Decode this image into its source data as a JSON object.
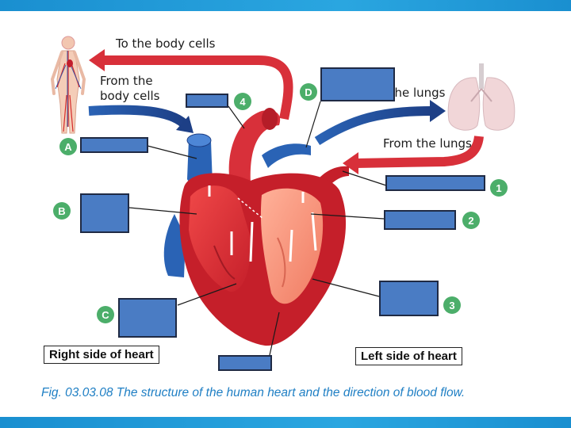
{
  "labels": {
    "to_body_cells": "To the body cells",
    "from_body_cells_1": "From the",
    "from_body_cells_2": "body cells",
    "to_lungs": "To the lungs",
    "from_lungs": "From the lungs"
  },
  "markers": {
    "a": "A",
    "b": "B",
    "c": "C",
    "d": "D",
    "n1": "1",
    "n2": "2",
    "n3": "3",
    "n4": "4"
  },
  "side_labels": {
    "right": "Right side of heart",
    "left": "Left side of heart"
  },
  "caption": "Fig. 03.03.08 The structure of the human heart and the direction of blood flow.",
  "colors": {
    "oxygenated": "#d8303a",
    "deoxygenated": "#2a63b5",
    "marker_green": "#4cae6a",
    "blank_fill": "#4a7cc4",
    "caption": "#1f7fc4"
  }
}
